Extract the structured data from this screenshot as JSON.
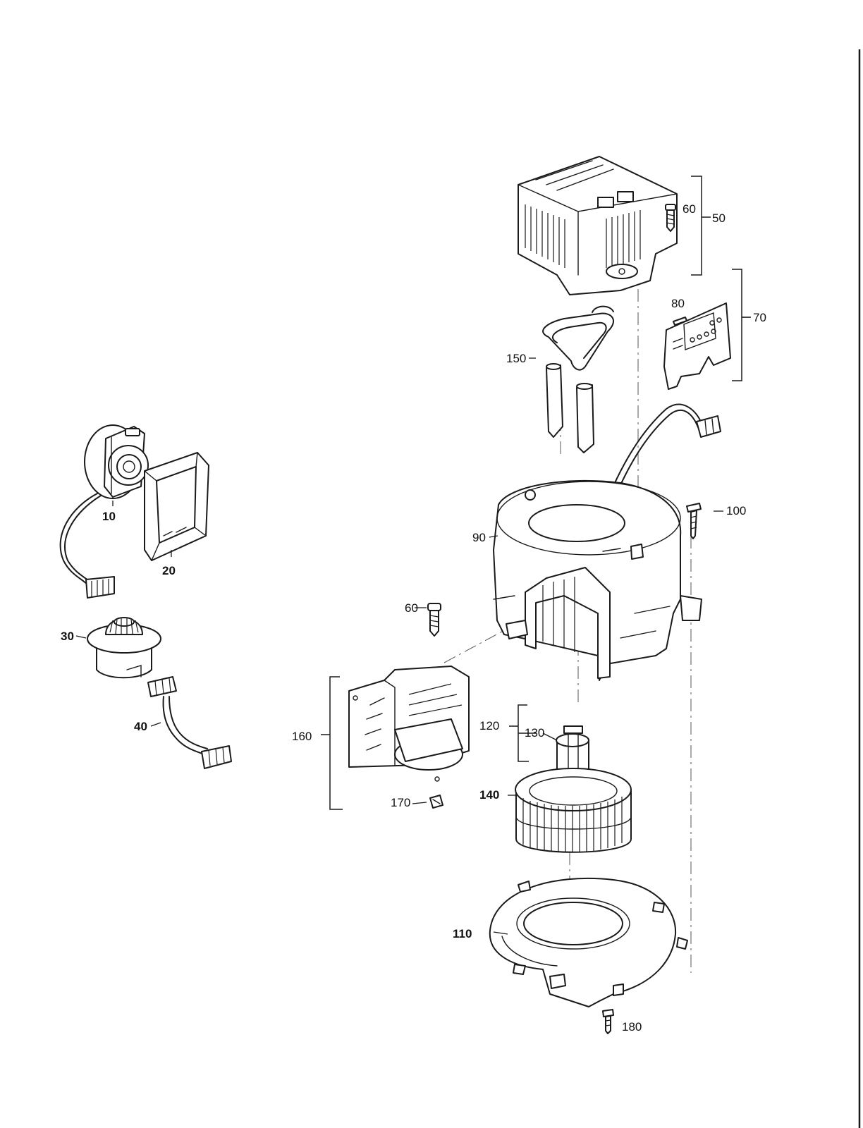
{
  "callouts": {
    "c10": "10",
    "c20": "20",
    "c30": "30",
    "c40": "40",
    "c50": "50",
    "c60_top": "60",
    "c60_mid": "60",
    "c70": "70",
    "c80": "80",
    "c90": "90",
    "c100": "100",
    "c110": "110",
    "c120": "120",
    "c130": "130",
    "c140": "140",
    "c150": "150",
    "c160": "160",
    "c170": "170",
    "c180": "180"
  }
}
